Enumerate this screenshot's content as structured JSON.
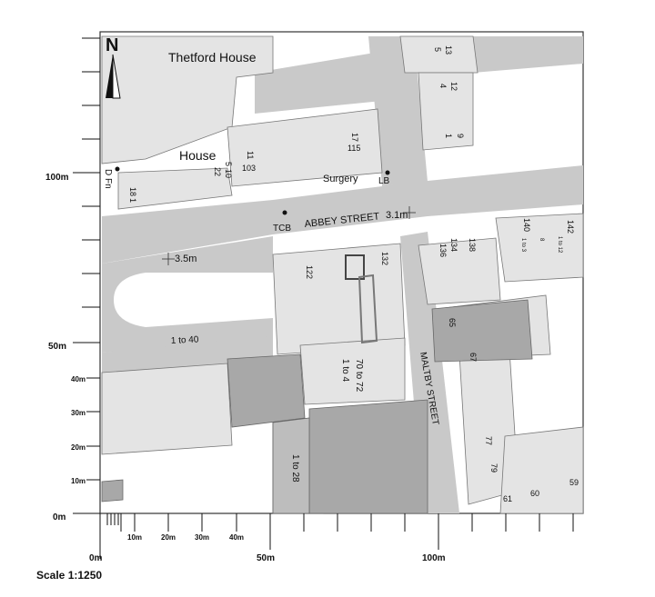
{
  "north": "N",
  "scale": "Scale 1:1250",
  "labels": {
    "thetford": "Thetford House",
    "house": "House",
    "surgery": "Surgery",
    "abbey_street": "ABBEY STREET",
    "maltby_street": "MALTBY STREET",
    "tcb": "TCB",
    "lb": "LB",
    "dfn": "D Fn",
    "height_a": "3.1m",
    "height_b": "3.5m",
    "one_to_forty": "1 to 40",
    "one_to_28": "1 to 28",
    "one_to_4": "1 to 4",
    "seventy_to_72": "70 to 72"
  },
  "house_numbers": {
    "n5": "5",
    "n13": "13",
    "n4": "4",
    "n12": "12",
    "n1": "1",
    "n9": "9",
    "n17": "17",
    "n115": "115",
    "n11": "11",
    "n103": "103",
    "n22": "22",
    "n10": "10",
    "n5b": "5",
    "n18": "18",
    "n16": "1",
    "n122": "122",
    "n132": "132",
    "n136": "136",
    "n134": "134",
    "n138": "138",
    "n140": "140",
    "n142": "142",
    "n1to3": "1 to 3",
    "n8": "8",
    "n1to12": "1 to 12",
    "n65": "65",
    "n67": "67",
    "n77": "77",
    "n79": "79",
    "n61": "61",
    "n60": "60",
    "n59": "59"
  },
  "axis_left": [
    "100m",
    "50m",
    "40m",
    "30m",
    "20m",
    "10m",
    "0m"
  ],
  "axis_bottom": [
    "10m",
    "20m",
    "30m",
    "40m",
    "50m",
    "100m",
    "0m"
  ]
}
